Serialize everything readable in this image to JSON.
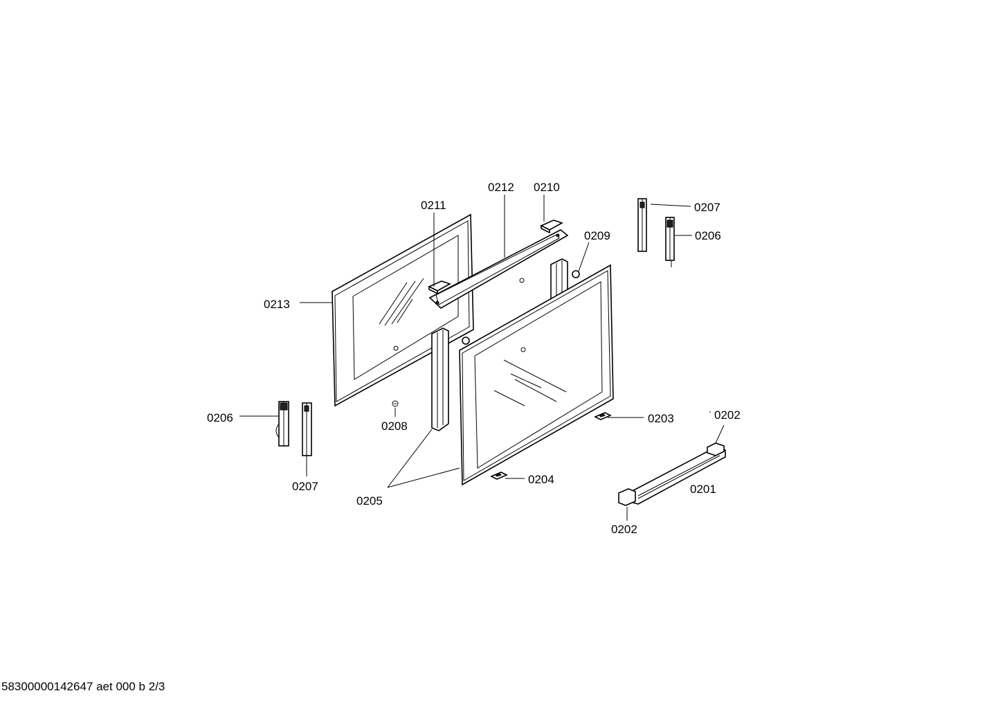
{
  "footer": {
    "text": "58300000142647 aet 000 b 2/3"
  },
  "callouts": {
    "c0201": "0201",
    "c0202a": "0202",
    "c0202b": "0202",
    "c0203": "0203",
    "c0204": "0204",
    "c0205": "0205",
    "c0206a": "0206",
    "c0206b": "0206",
    "c0207a": "0207",
    "c0207b": "0207",
    "c0208": "0208",
    "c0209": "0209",
    "c0210": "0210",
    "c0211": "0211",
    "c0212": "0212",
    "c0213": "0213"
  }
}
